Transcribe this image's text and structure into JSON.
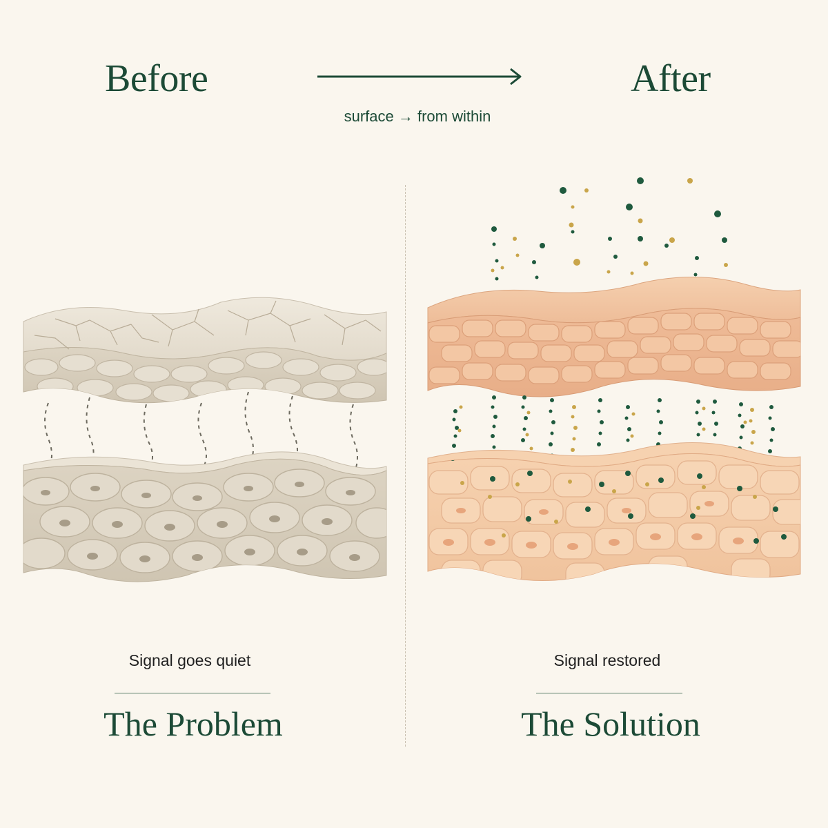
{
  "header": {
    "before_label": "Before",
    "after_label": "After",
    "arrow_caption": "surface → from within"
  },
  "panels": {
    "before": {
      "caption": "Signal goes quiet",
      "title": "The Problem"
    },
    "after": {
      "caption": "Signal restored",
      "title": "The Solution"
    }
  },
  "colors": {
    "accent_green": "#1c4a36",
    "particle_gold": "#c9a54a",
    "particle_green": "#1f5a3e",
    "before_skin": "#e4ddcf",
    "after_skin": "#f2c4a4",
    "background": "#faf6ee"
  }
}
